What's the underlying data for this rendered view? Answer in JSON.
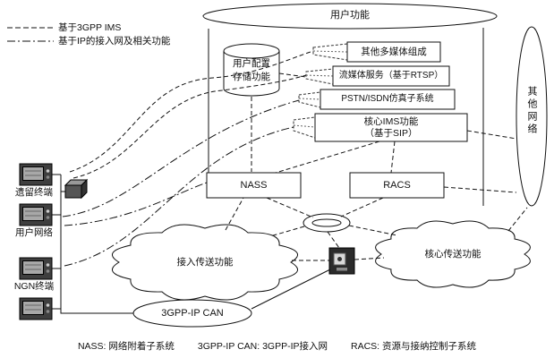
{
  "legend": {
    "items": [
      {
        "style": "dashed",
        "label": "基于3GPP IMS"
      },
      {
        "style": "dashdot",
        "label": "基于IP的接入网及相关功能"
      }
    ]
  },
  "nodes": {
    "user_functions": "用户功能",
    "profile_storage": {
      "line1": "用户配置",
      "line2": "存储功能"
    },
    "stack": [
      {
        "label": "其他多媒体组成"
      },
      {
        "label": "流媒体服务（基于RTSP）"
      },
      {
        "label": "PSTN/ISDN仿真子系统"
      },
      {
        "label": "核心IMS功能",
        "label2": "（基于SIP）"
      }
    ],
    "nass": "NASS",
    "racs": "RACS",
    "other_network": "其他网络",
    "access_cloud": "接入传送功能",
    "core_cloud": "核心传送功能",
    "can": "3GPP-IP CAN"
  },
  "terminals": [
    {
      "label": "遗留终端"
    },
    {
      "label": "用户网络"
    },
    {
      "label": "NGN终端"
    }
  ],
  "icons": {
    "terminal": "monitor-terminal",
    "hub": "network-box",
    "gateway": "media-gateway"
  },
  "caption": {
    "nass": "NASS: 网络附着子系统",
    "can": "3GPP-IP CAN: 3GPP-IP接入网",
    "racs": "RACS: 资源与接纳控制子系统"
  }
}
